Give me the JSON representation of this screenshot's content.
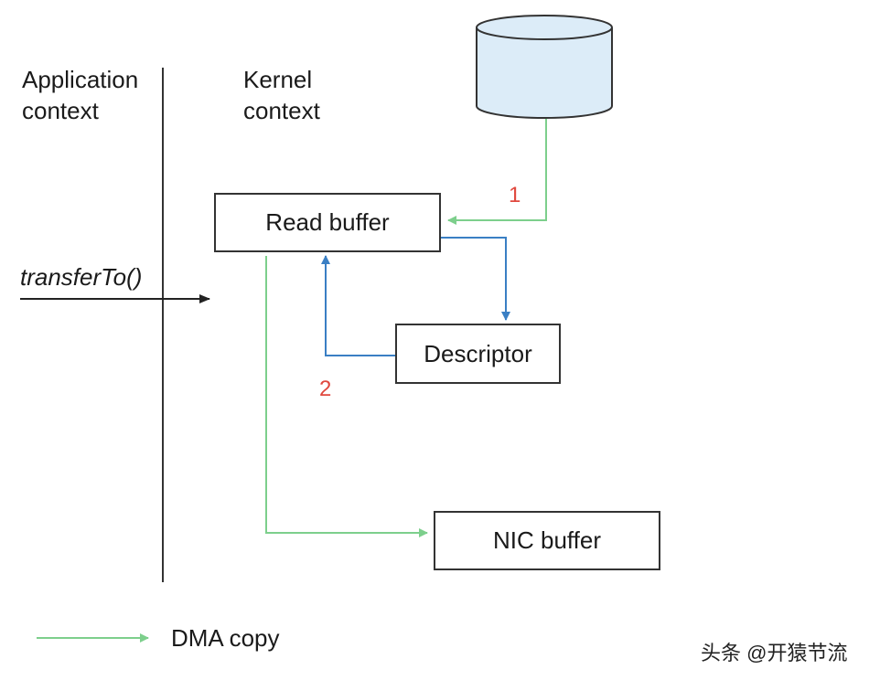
{
  "columns": {
    "application": [
      "Application",
      "context"
    ],
    "kernel": [
      "Kernel",
      "context"
    ]
  },
  "call": "transferTo()",
  "nodes": {
    "read_buffer": "Read buffer",
    "descriptor": "Descriptor",
    "nic_buffer": "NIC buffer"
  },
  "steps": {
    "one": "1",
    "two": "2"
  },
  "legend": {
    "dma_copy": "DMA copy"
  },
  "watermark": "头条 @开猿节流",
  "colors": {
    "dma": "#7dcf8c",
    "descriptor_flow": "#3a7fc4",
    "step_number": "#e0483e",
    "disk_fill": "#dcecf8",
    "line": "#333333"
  }
}
